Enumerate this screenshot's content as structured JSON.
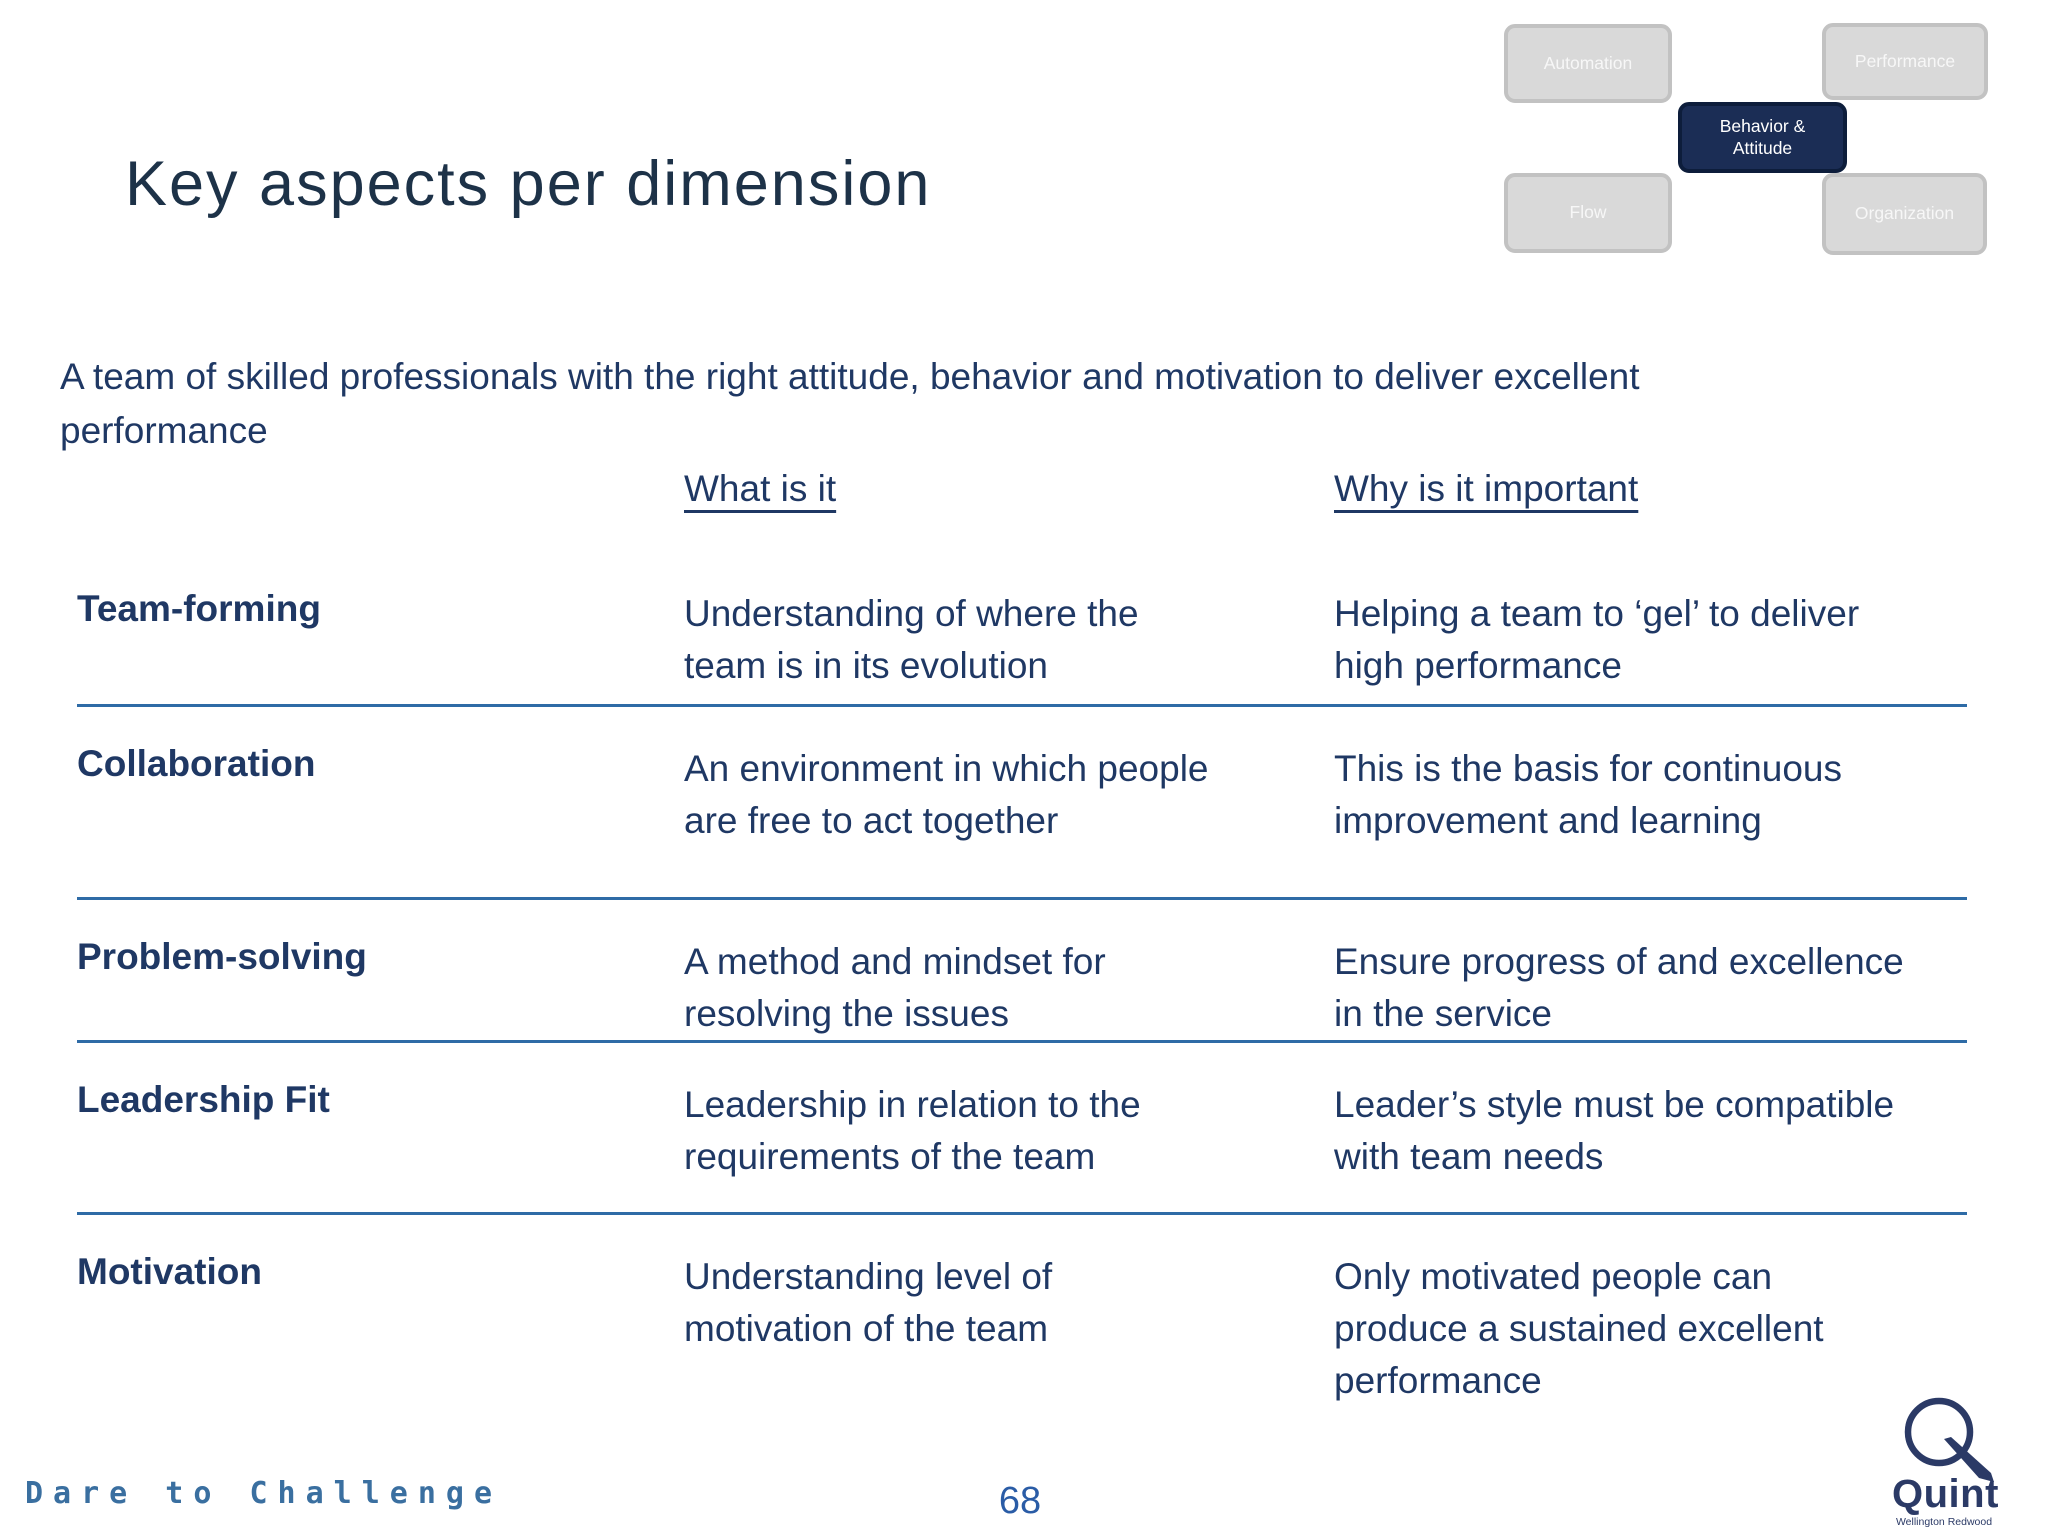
{
  "slide": {
    "title": "Key aspects per dimension",
    "intro": "A team of skilled professionals with the right attitude, behavior and motivation to deliver excellent\nperformance",
    "page_number": "68",
    "footer_tagline": "Dare to Challenge"
  },
  "colors": {
    "text_navy": "#1f3864",
    "separator_blue": "#2e6ba6",
    "active_box_navy": "#1b2d55",
    "inactive_box_gray": "#d9d9d9",
    "tagline_blue": "#3a6fa0",
    "page_number_blue": "#2a5ca6"
  },
  "diagram": {
    "boxes": [
      {
        "label": "Automation",
        "state": "inactive"
      },
      {
        "label": "Performance",
        "state": "inactive"
      },
      {
        "label": "Behavior &\nAttitude",
        "state": "active"
      },
      {
        "label": "Flow",
        "state": "inactive"
      },
      {
        "label": "Organization",
        "state": "inactive"
      }
    ]
  },
  "table": {
    "col_headers": [
      "What is it",
      "Why is it important"
    ],
    "rows": [
      {
        "dimension": "Team-forming",
        "what": "Understanding of where the\nteam is in its evolution",
        "why": "Helping a team to ‘gel’ to deliver\nhigh performance"
      },
      {
        "dimension": "Collaboration",
        "what": "An environment in which people\nare free to act together",
        "why": "This is the basis for continuous\nimprovement and learning"
      },
      {
        "dimension": "Problem-solving",
        "what": "A method and mindset for\nresolving the issues",
        "why": "Ensure progress of and excellence\nin the service"
      },
      {
        "dimension": "Leadership Fit",
        "what": "Leadership in relation to the\nrequirements of the team",
        "why": "Leader’s style must be  compatible\nwith team needs"
      },
      {
        "dimension": "Motivation",
        "what": "Understanding level of\nmotivation of the team",
        "why": "Only motivated people can\nproduce a sustained excellent\nperformance"
      }
    ]
  },
  "logo": {
    "name": "Quint",
    "subtext": "Wellington Redwood"
  }
}
